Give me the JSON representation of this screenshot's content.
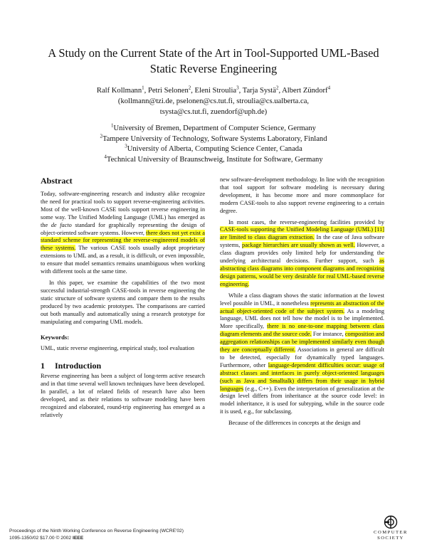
{
  "title": {
    "line1": "A Study on the Current State of the Art in Tool-Supported UML-Based",
    "line2": "Static Reverse Engineering"
  },
  "authors": {
    "names": [
      {
        "name": "Ralf Kollmann",
        "sup": "1"
      },
      {
        "name": "Petri Selonen",
        "sup": "2"
      },
      {
        "name": "Eleni Stroulia",
        "sup": "3"
      },
      {
        "name": "Tarja Systä",
        "sup": "2"
      },
      {
        "name": "Albert Zündorf",
        "sup": "4"
      }
    ],
    "emails_line1": "(kollmann@tzi.de, pselonen@cs.tut.fi, stroulia@cs.ualberta.ca,",
    "emails_line2": "tsysta@cs.tut.fi, zuendorf@uph.de)"
  },
  "affiliations": [
    {
      "sup": "1",
      "text": "University of Bremen, Department of Computer Science, Germany"
    },
    {
      "sup": "2",
      "text": "Tampere University of Technology, Software Systems Laboratory, Finland"
    },
    {
      "sup": "3",
      "text": "University of Alberta, Computing Science Center, Canada"
    },
    {
      "sup": "4",
      "text": "Technical University of Braunschweig, Institute for Software, Germany"
    }
  ],
  "abstract": {
    "heading": "Abstract",
    "p1_a": "Today, software-engineering research and industry alike recognize the need for practical tools to support reverse-engineering activities. Most of the well-known CASE tools support reverse engineering in some way. The Unified Modeling Language (UML) has emerged as the ",
    "p1_defacto": "de facto",
    "p1_b": " standard for graphically representing the design of object-oriented software systems. However, ",
    "p1_hl": "there does not yet exist a standard scheme for representing the reverse-engineered models of these systems.",
    "p1_c": " The various CASE tools usually adopt proprietary extensions to UML and, as a result, it is difficult, or even impossible, to ensure that model semantics remains unambiguous when working with different tools at the same time.",
    "p2": "In this paper, we examine the capabilities of the two most successful industrial-strength CASE-tools in reverse engineering the static structure of software systems and compare them to the results produced by two academic prototypes. The comparisons are carried out both manually and automatically using a research prototype for manipulating and comparing UML models."
  },
  "keywords": {
    "heading": "Keywords:",
    "text": "UML, static reverse engineering, empirical study, tool evaluation"
  },
  "intro": {
    "number": "1",
    "heading": "Introduction",
    "p1": "Reverse engineering has been a subject of long-term active research and in that time several well known techniques have been developed. In parallel, a lot of related fields of research have also been developed, and as their relations to software modeling have been recognized and elaborated, round-trip engineering has emerged as a relatively"
  },
  "right": {
    "p1": "new software-development methodology. In line with the recognition that tool support for software modeling is necessary during development, it has become more and more commonplace for modern CASE-tools to also support reverse engineering to a certain degree.",
    "p2_a": "In most cases, the reverse-engineering facilities provided by ",
    "p2_hl1": "CASE-tools supporting the Unified Modeling Language (UML) [11] are limited to class diagram extraction.",
    "p2_b": " In the case of Java software systems, ",
    "p2_hl2": "package hierarchies are usually shown as well.",
    "p2_c": " However, a class diagram provides only limited help for understanding the underlying architectural decisions. Further support, such ",
    "p2_hl3": "as abstracting class diagrams into component diagrams and recognizing design patterns, would be very desirable for real UML-based reverse engineering.",
    "p3_a": "While a class diagram shows the static information at the lowest level possible in UML, it nonetheless ",
    "p3_hl1": "represents an abstraction of the actual object-oriented code of the subject system.",
    "p3_b": " As a modeling language, UML does not tell how the model is to be implemented. More specifically, ",
    "p3_hl2": "there is no one-to-one mapping between class diagram elements and the source code.",
    "p3_c": " For instance, ",
    "p3_hl3": "composition and aggregation relationships can be implemented similarly even though they are conceptually different.",
    "p3_d": " Associations in general are difficult to be detected, especially for dynamically typed languages. Furthermore, other ",
    "p3_hl4": "language-dependent difficulties occur: usage of abstract classes and interfaces in purely object-oriented languages (such as Java and Smalltalk) differs from their usage in hybrid languages",
    "p3_e": " (e.g., C++). Even the interpretation of generalization at the design level differs from inheritance at the source code level: in model inheritance, it is used for subtyping, while in the source code it is used, e.g., for subclassing.",
    "p4": "Because of the differences in concepts at the design and"
  },
  "footer": {
    "line1": "Proceedings of the Ninth Working Conference on Reverse Engineering (WCRE'02)",
    "line2_a": "1095-1350/02 $17.00 © 2002 ",
    "line2_b": "IEEE"
  },
  "logo": {
    "line1": "COMPUTER",
    "line2": "SOCIETY"
  },
  "colors": {
    "highlight": "#ffff2e"
  }
}
